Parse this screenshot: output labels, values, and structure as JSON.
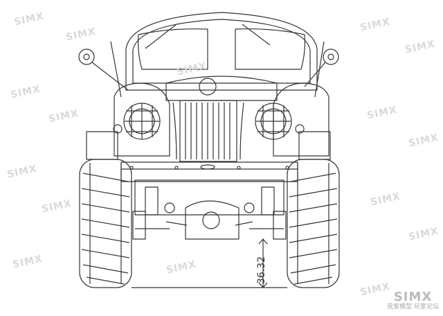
{
  "drawing": {
    "dimension_value": "36.32",
    "watermark_text": "SIMX",
    "logo_text": "SIMX",
    "logo_subtitle": "我爱模型 玩家论坛",
    "line_color": "#333333",
    "watermark_color": "#d9d9d9"
  }
}
